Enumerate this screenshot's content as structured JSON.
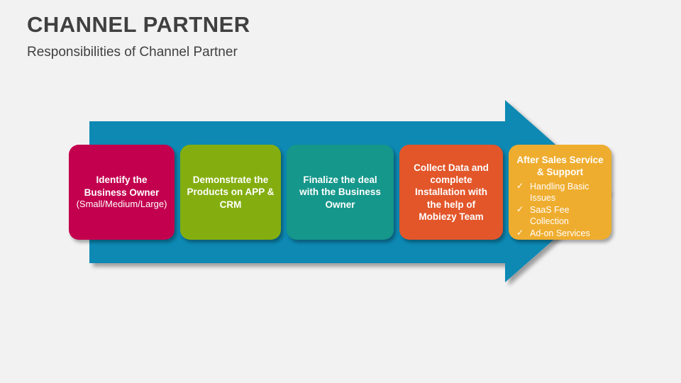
{
  "header": {
    "title": "CHANNEL PARTNER",
    "subtitle": "Responsibilities of Channel Partner"
  },
  "colors": {
    "background": "#f2f2f2",
    "title_text": "#404040",
    "arrow": "#1089b4",
    "step_1": "#c3004e",
    "step_2": "#84ae0f",
    "step_3": "#15978b",
    "step_4": "#e2562a",
    "step_5": "#efad2f",
    "box_text": "#ffffff"
  },
  "diagram": {
    "type": "process-arrow",
    "direction": "left-to-right",
    "steps": [
      {
        "index": 1,
        "text": "Identify the\nBusiness Owner",
        "subtext": "(Small/Medium/Large)",
        "color": "#c3004e"
      },
      {
        "index": 2,
        "text": "Demonstrate the\nProducts on APP &\nCRM",
        "color": "#84ae0f"
      },
      {
        "index": 3,
        "text": "Finalize the deal\nwith the Business\nOwner",
        "color": "#15978b"
      },
      {
        "index": 4,
        "text": "Collect Data and\ncomplete\nInstallation with\nthe help of\nMobiezy Team",
        "color": "#e2562a"
      },
      {
        "index": 5,
        "text": "After Sales Service\n& Support",
        "color": "#efad2f",
        "bullet_icon": "check-icon",
        "bullets": [
          "Handling Basic Issues",
          "SaaS Fee Collection",
          "Ad-on Services"
        ]
      }
    ]
  }
}
